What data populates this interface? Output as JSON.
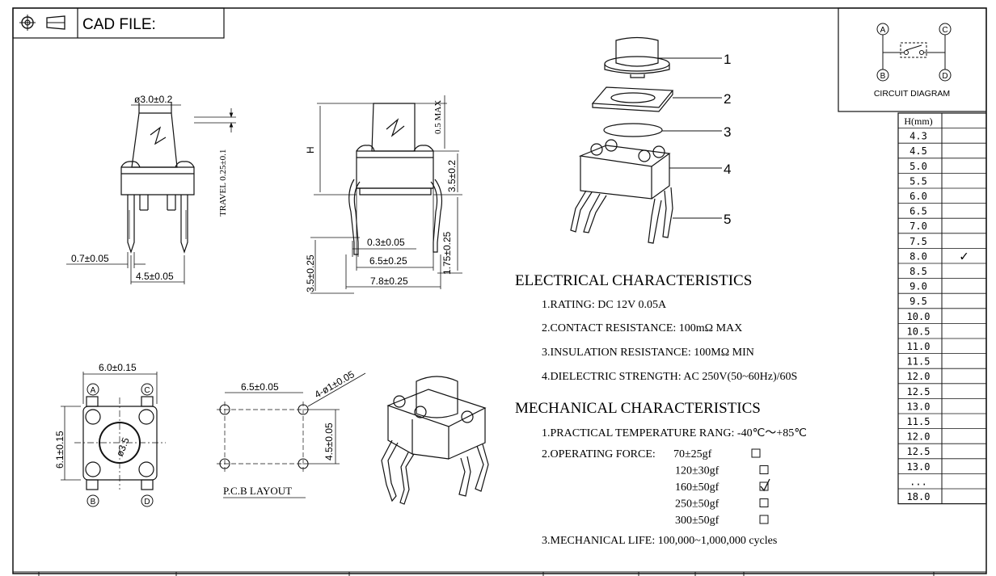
{
  "header": {
    "cad_file_label": "CAD FILE:"
  },
  "circuit": {
    "pins": [
      "A",
      "C",
      "B",
      "D"
    ],
    "label": "CIRCUIT  DIAGRAM"
  },
  "height_table": {
    "header": "H(mm)",
    "rows": [
      {
        "value": "4.3",
        "mark": ""
      },
      {
        "value": "4.5",
        "mark": ""
      },
      {
        "value": "5.0",
        "mark": ""
      },
      {
        "value": "5.5",
        "mark": ""
      },
      {
        "value": "6.0",
        "mark": ""
      },
      {
        "value": "6.5",
        "mark": ""
      },
      {
        "value": "7.0",
        "mark": ""
      },
      {
        "value": "7.5",
        "mark": ""
      },
      {
        "value": "8.0",
        "mark": "✓"
      },
      {
        "value": "8.5",
        "mark": ""
      },
      {
        "value": "9.0",
        "mark": ""
      },
      {
        "value": "9.5",
        "mark": ""
      },
      {
        "value": "10.0",
        "mark": ""
      },
      {
        "value": "10.5",
        "mark": ""
      },
      {
        "value": "11.0",
        "mark": ""
      },
      {
        "value": "11.5",
        "mark": ""
      },
      {
        "value": "12.0",
        "mark": ""
      },
      {
        "value": "12.5",
        "mark": ""
      },
      {
        "value": "13.0",
        "mark": ""
      },
      {
        "value": "11.5",
        "mark": ""
      },
      {
        "value": "12.0",
        "mark": ""
      },
      {
        "value": "12.5",
        "mark": ""
      },
      {
        "value": "13.0",
        "mark": ""
      },
      {
        "value": "...",
        "mark": ""
      },
      {
        "value": "18.0",
        "mark": ""
      }
    ]
  },
  "front_view": {
    "dia": "ø3.0±0.2",
    "travel": "TRAVEL 0.25±0.1",
    "pin_w": "0.7±0.05",
    "pitch": "4.5±0.05"
  },
  "side_view": {
    "max": "0.5  MAX",
    "h": "H",
    "body_h": "3.5±0.2",
    "pin_t": "0.3±0.05",
    "inner_w": "6.5±0.25",
    "outer_w": "7.8±0.25",
    "pin_len": "3.5±0.25",
    "foot_h": "1.75±0.25"
  },
  "top_view": {
    "width": "6.0±0.15",
    "height": "6.1±0.15",
    "dia": "ø3.5",
    "pins": [
      "A",
      "C",
      "B",
      "D"
    ]
  },
  "pcb": {
    "pitch_x": "6.5±0.05",
    "holes": "4-ø1±0.05",
    "pitch_y": "4.5±0.05",
    "label": "P.C.B  LAYOUT"
  },
  "exploded": {
    "callouts": [
      "1",
      "2",
      "3",
      "4",
      "5"
    ]
  },
  "electrical": {
    "title": "ELECTRICAL  CHARACTERISTICS",
    "items": [
      "1.RATING: DC 12V 0.05A",
      "2.CONTACT RESISTANCE: 100mΩ  MAX",
      "3.INSULATION RESISTANCE: 100MΩ  MIN",
      "4.DIELECTRIC STRENGTH: AC 250V(50~60Hz)/60S"
    ]
  },
  "mechanical": {
    "title": "MECHANICAL  CHARACTERISTICS",
    "temp": "1.PRACTICAL TEMPERATURE RANG: -40℃～+85℃",
    "force_label": "2.OPERATING FORCE:",
    "forces": [
      {
        "value": "70±25gf",
        "checked": false
      },
      {
        "value": "120±30gf",
        "checked": false
      },
      {
        "value": "160±50gf",
        "checked": true
      },
      {
        "value": "250±50gf",
        "checked": false
      },
      {
        "value": "300±50gf",
        "checked": false
      }
    ],
    "life": "3.MECHANICAL LIFE: 100,000~1,000,000 cycles"
  }
}
